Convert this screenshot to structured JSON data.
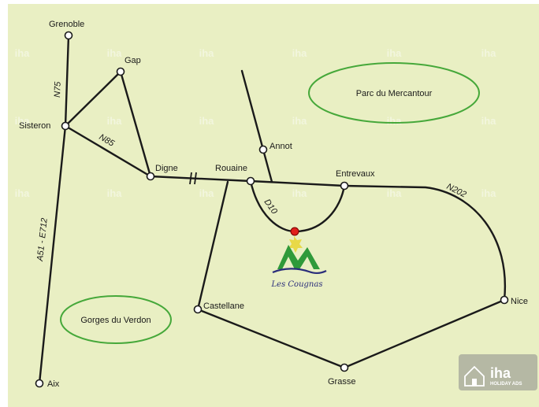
{
  "colors": {
    "background": "#e9efc3",
    "road": "#1a1a1a",
    "town_fill": "#ffffff",
    "destination": "#e0201b",
    "zone_stroke": "#46a83a",
    "logo_green": "#2f9a3a",
    "logo_blue": "#2a2d7a",
    "logo_yellow": "#e8d63a"
  },
  "towns": [
    {
      "id": "grenoble",
      "label": "Grenoble"
    },
    {
      "id": "gap",
      "label": "Gap"
    },
    {
      "id": "sisteron",
      "label": "Sisteron"
    },
    {
      "id": "digne",
      "label": "Digne"
    },
    {
      "id": "rouaine",
      "label": "Rouaine"
    },
    {
      "id": "annot",
      "label": "Annot"
    },
    {
      "id": "entrevaux",
      "label": "Entrevaux"
    },
    {
      "id": "castellane",
      "label": "Castellane"
    },
    {
      "id": "nice",
      "label": "Nice"
    },
    {
      "id": "grasse",
      "label": "Grasse"
    },
    {
      "id": "aix",
      "label": "Aix"
    }
  ],
  "roads": [
    {
      "id": "n75",
      "label": "N75"
    },
    {
      "id": "n85",
      "label": "N85"
    },
    {
      "id": "a51",
      "label": "A51 - E712"
    },
    {
      "id": "d10",
      "label": "D10"
    },
    {
      "id": "n202",
      "label": "N202"
    }
  ],
  "zones": [
    {
      "id": "mercantour",
      "label": "Parc du Mercantour"
    },
    {
      "id": "verdon",
      "label": "Gorges du Verdon"
    }
  ],
  "logo": {
    "name": "Les Cougnas",
    "icon": "mountain-sun-icon"
  },
  "watermark": {
    "text": "iha",
    "badge_text": "iha",
    "badge_subtext": "HOLIDAY ADS",
    "badge_icon": "house-iha-icon"
  }
}
